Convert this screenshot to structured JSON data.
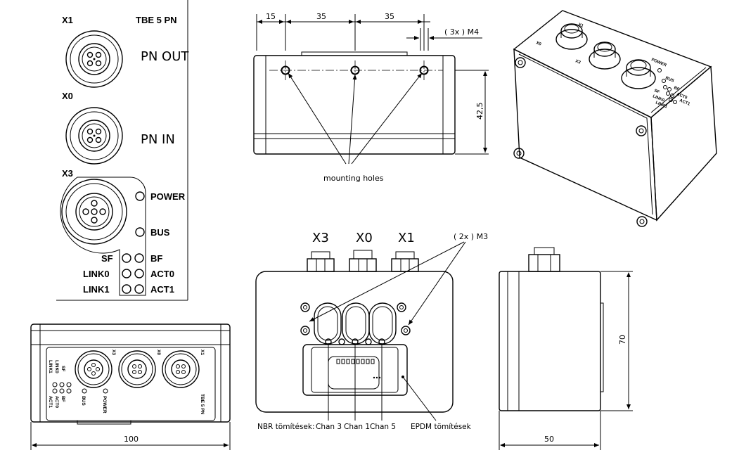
{
  "panel": {
    "x1_label": "X1",
    "model": "TBE 5 PN",
    "pn_out": "PN OUT",
    "x0_label": "X0",
    "pn_in": "PN IN",
    "x3_label": "X3",
    "power": "POWER",
    "bus": "BUS",
    "sf": "SF",
    "bf": "BF",
    "link0": "LINK0",
    "act0": "ACT0",
    "link1": "LINK1",
    "act1": "ACT1"
  },
  "top_view": {
    "dim_15": "15",
    "dim_35a": "35",
    "dim_35b": "35",
    "hole_note": "( 3x ) M4",
    "height_dim": "42,5",
    "mounting_holes": "mounting holes"
  },
  "bottom_view": {
    "x3": "X3",
    "x0": "X0",
    "x1": "X1",
    "screw_note": "( 2x ) M3",
    "nbr": "NBR tömítések:",
    "chan3": "Chan 3",
    "chan1": "Chan 1",
    "chan5": "Chan 5",
    "epdm": "EPDM tömítések"
  },
  "front_view": {
    "width_dim": "100",
    "x3": "X3",
    "x0": "X0",
    "x1": "X1",
    "model": "TBE 5 PN",
    "link1": "LINK1",
    "link0": "LINK0",
    "sf": "SF",
    "act1": "ACT1",
    "act0": "ACT0",
    "bf": "BF",
    "bus": "BUS",
    "power": "POWER"
  },
  "side_view": {
    "height_dim": "70",
    "width_dim": "50"
  },
  "iso_view": {
    "x1": "X1",
    "x0": "X0",
    "x3": "X3",
    "power": "POWER",
    "bus": "BUS",
    "bf": "BF",
    "act0": "ACT0",
    "act1": "ACT1",
    "sf": "SF",
    "link0": "LINK0",
    "link1": "LINK1"
  }
}
